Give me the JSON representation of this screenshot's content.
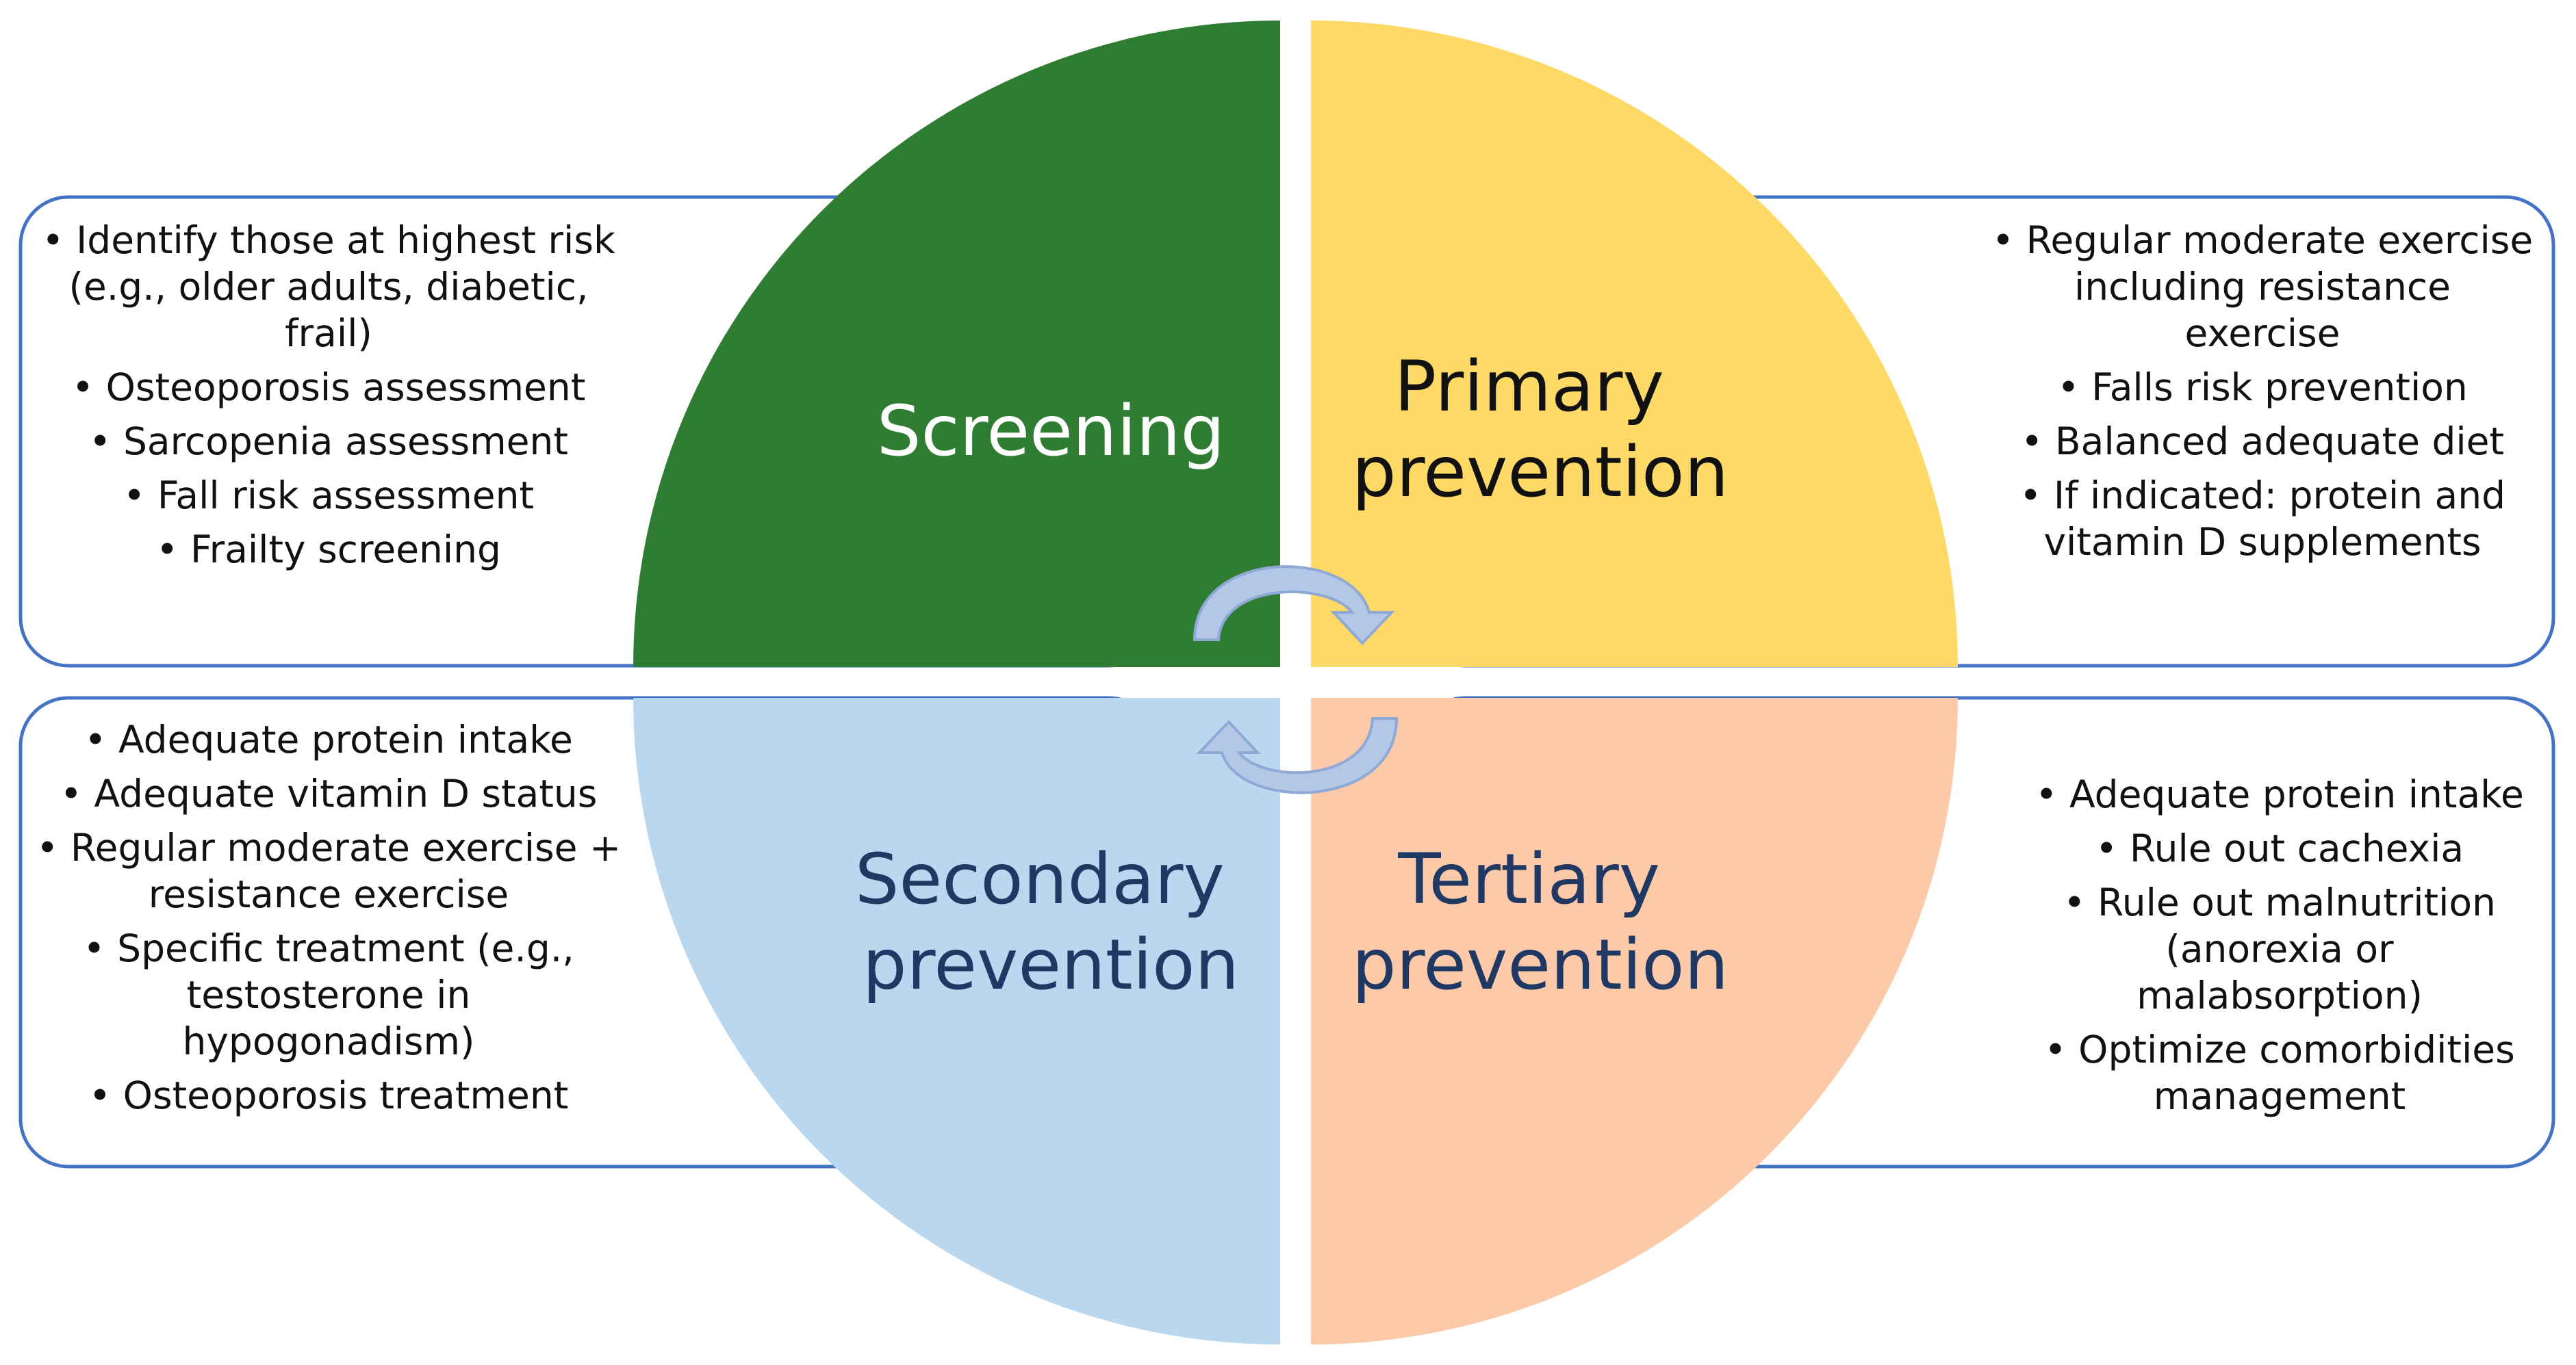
{
  "diagram": {
    "quadrants": {
      "screening": {
        "title": [
          "Screening"
        ],
        "color": "#2e7d32",
        "text_color": "#ffffff"
      },
      "primary": {
        "title": [
          "Primary",
          "prevention"
        ],
        "color": "#ffd966",
        "text_color": "#111111"
      },
      "secondary": {
        "title": [
          "Secondary",
          "prevention"
        ],
        "color": "#b9d7ee",
        "text_color": "#1f3864"
      },
      "tertiary": {
        "title": [
          "Tertiary",
          "prevention"
        ],
        "color": "#fccaa8",
        "text_color": "#1f3864"
      }
    },
    "boxes": {
      "screening": [
        [
          "• Identify those at highest risk",
          "(e.g., older adults, diabetic,",
          "frail)"
        ],
        [
          "• Osteoporosis assessment"
        ],
        [
          "• Sarcopenia assessment"
        ],
        [
          "• Fall risk assessment"
        ],
        [
          "• Frailty screening"
        ]
      ],
      "primary": [
        [
          "• Regular moderate exercise",
          "including resistance",
          "exercise"
        ],
        [
          "• Falls risk prevention"
        ],
        [
          "• Balanced adequate diet"
        ],
        [
          "• If indicated: protein and",
          "vitamin D supplements"
        ]
      ],
      "secondary": [
        [
          "• Adequate protein intake"
        ],
        [
          "• Adequate vitamin D status"
        ],
        [
          "• Regular moderate exercise +",
          "resistance exercise"
        ],
        [
          "• Specific treatment (e.g.,",
          "testosterone in",
          "hypogonadism)"
        ],
        [
          "• Osteoporosis treatment"
        ]
      ],
      "tertiary": [
        [
          "• Adequate protein intake"
        ],
        [
          "• Rule out cachexia"
        ],
        [
          "• Rule out malnutrition",
          "(anorexia or",
          "malabsorption)"
        ],
        [
          "• Optimize comorbidities",
          "management"
        ]
      ]
    },
    "colors": {
      "box_border": "#4472c4",
      "arrow_fill": "#b4c7e7",
      "arrow_stroke": "#8fa9d6"
    }
  }
}
